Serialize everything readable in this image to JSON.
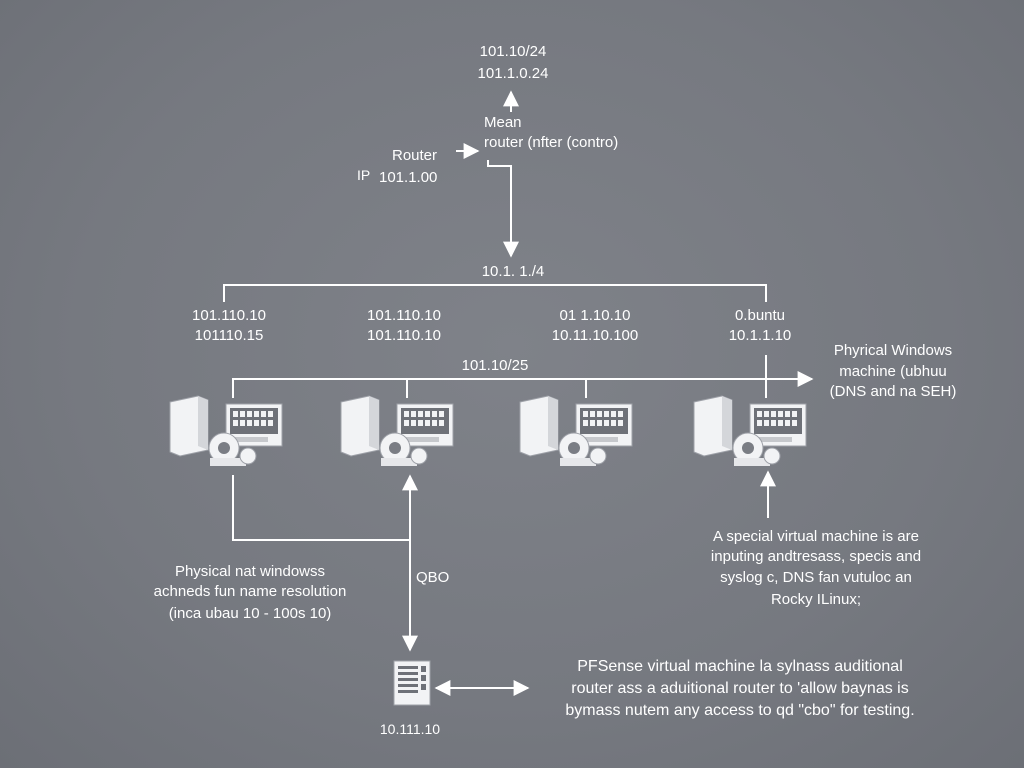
{
  "top_subnet": {
    "line1": "101.10/24",
    "line2": "101.1.0.24"
  },
  "mean_router": {
    "line1": "Mean",
    "line2": "router (nfter (contro)"
  },
  "left_router": {
    "line1": "Router",
    "ip_prefix": "IP",
    "line2": "101.1.00"
  },
  "bus_label": "10.1. 1./4",
  "hosts": [
    {
      "line1": "101.110.10",
      "line2": "101110.15"
    },
    {
      "line1": "101.110.10",
      "line2": "101.110.10"
    },
    {
      "line1": "01 1.10.10",
      "line2": "10.11.10.100"
    },
    {
      "line1": "0.buntu",
      "line2": "10.1.1.10"
    }
  ],
  "lan_label": "101.10/25",
  "physical_windows": {
    "line1": "Phyrical Windows",
    "line2": "machine (ubhuu",
    "line3": "(DNS and na SEH)"
  },
  "left_note": {
    "line1": "Physical nat windowss",
    "line2": "achneds fun name resolution",
    "line3": "(inca ubau 10 - 100s 10)"
  },
  "qbo_label": "QBO",
  "special_vm": {
    "line1": "A special virtual machine is are",
    "line2": "inputing andtresass, specis and",
    "line3": "syslog c, DNS fan vutuloc an",
    "line4": "Rocky ILinux;"
  },
  "pfsense_note": {
    "line1": "PFSense virtual machine la sylnass auditional",
    "line2": "router ass a aduitional router to 'allow baynas is",
    "line3": "bymass nutem any access to qd \"cbo\" for testing."
  },
  "bottom_server_ip": "10.111.10",
  "icons": [
    "server-tower-icon",
    "monitor-icon",
    "gear-icon",
    "document-server-icon"
  ],
  "colors": {
    "background": "#767980",
    "foreground": "#ffffff"
  }
}
